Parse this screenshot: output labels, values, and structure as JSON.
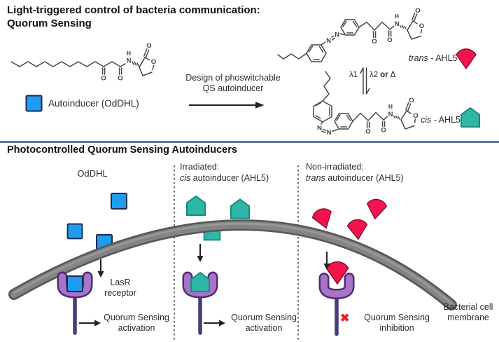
{
  "figure": {
    "title_line1": "Light-triggered control of bacteria communication:",
    "title_line2": "Quorum Sensing"
  },
  "top_section": {
    "autoinducer_legend": "Autoinducer (OdDHL)",
    "reaction_label_line1": "Design of phoswitchable",
    "reaction_label_line2": "QS autoinducer",
    "lambda_left": "λ1",
    "lambda_right": "λ2",
    "lambda_or": "or",
    "lambda_delta": "Δ",
    "trans_label_italic": "trans",
    "trans_label_rest": " - AHL5",
    "cis_label_italic": "cis",
    "cis_label_rest": " - AHL5",
    "oddhl_atoms": {
      "ketone_o": "O",
      "amide_o": "O",
      "amide_n": "N",
      "amide_h": "H",
      "ring_carbonyl_o": "O",
      "ring_o": "O"
    },
    "trans_atoms": {
      "azo_n1": "N",
      "azo_n2": "N",
      "ketone_o": "O",
      "amide_o": "O",
      "amide_n": "N",
      "amide_h": "H",
      "ring_carbonyl_o": "O",
      "ring_o": "O"
    },
    "cis_atoms": {
      "azo_n1": "N",
      "azo_n2": "N",
      "ketone_o": "O",
      "amide_o": "O",
      "amide_n": "N",
      "amide_h": "H",
      "ring_carbonyl_o": "O",
      "ring_o": "O"
    }
  },
  "bottom_section": {
    "heading": "Photocontrolled Quorum Sensing Autoinducers",
    "panel1": {
      "header": "OdDHL",
      "outcome_line1": "Quorum Sensing",
      "outcome_line2": "activation"
    },
    "panel2": {
      "header_line1": "Irradiated:",
      "header_italic": "cis",
      "header_rest": " autoinducer (AHL5)",
      "outcome_line1": "Quorum Sensing",
      "outcome_line2": "activation"
    },
    "panel3": {
      "header_line1": "Non-irradiated:",
      "header_italic": "trans",
      "header_rest": " autoinducer (AHL5)",
      "outcome_line1": "Quorum Sensing",
      "outcome_line2": "inhibition"
    },
    "receptor_label_line1": "LasR",
    "receptor_label_line2": "receptor",
    "membrane_label_line1": "Bacterial cell",
    "membrane_label_line2": "membrane",
    "inhibition_mark": "✖"
  },
  "colors": {
    "autoinducer-blue": "#1F9BF0",
    "cis-teal": "#2EB7A7",
    "trans-crimson": "#F3134D",
    "receptor-purple": "#A873CB",
    "receptor-stem": "#463C78",
    "membrane-gray": "#848484",
    "membrane-edge": "#585858",
    "divider-blue": "#64779E",
    "inhibition-red": "#E3242B"
  }
}
